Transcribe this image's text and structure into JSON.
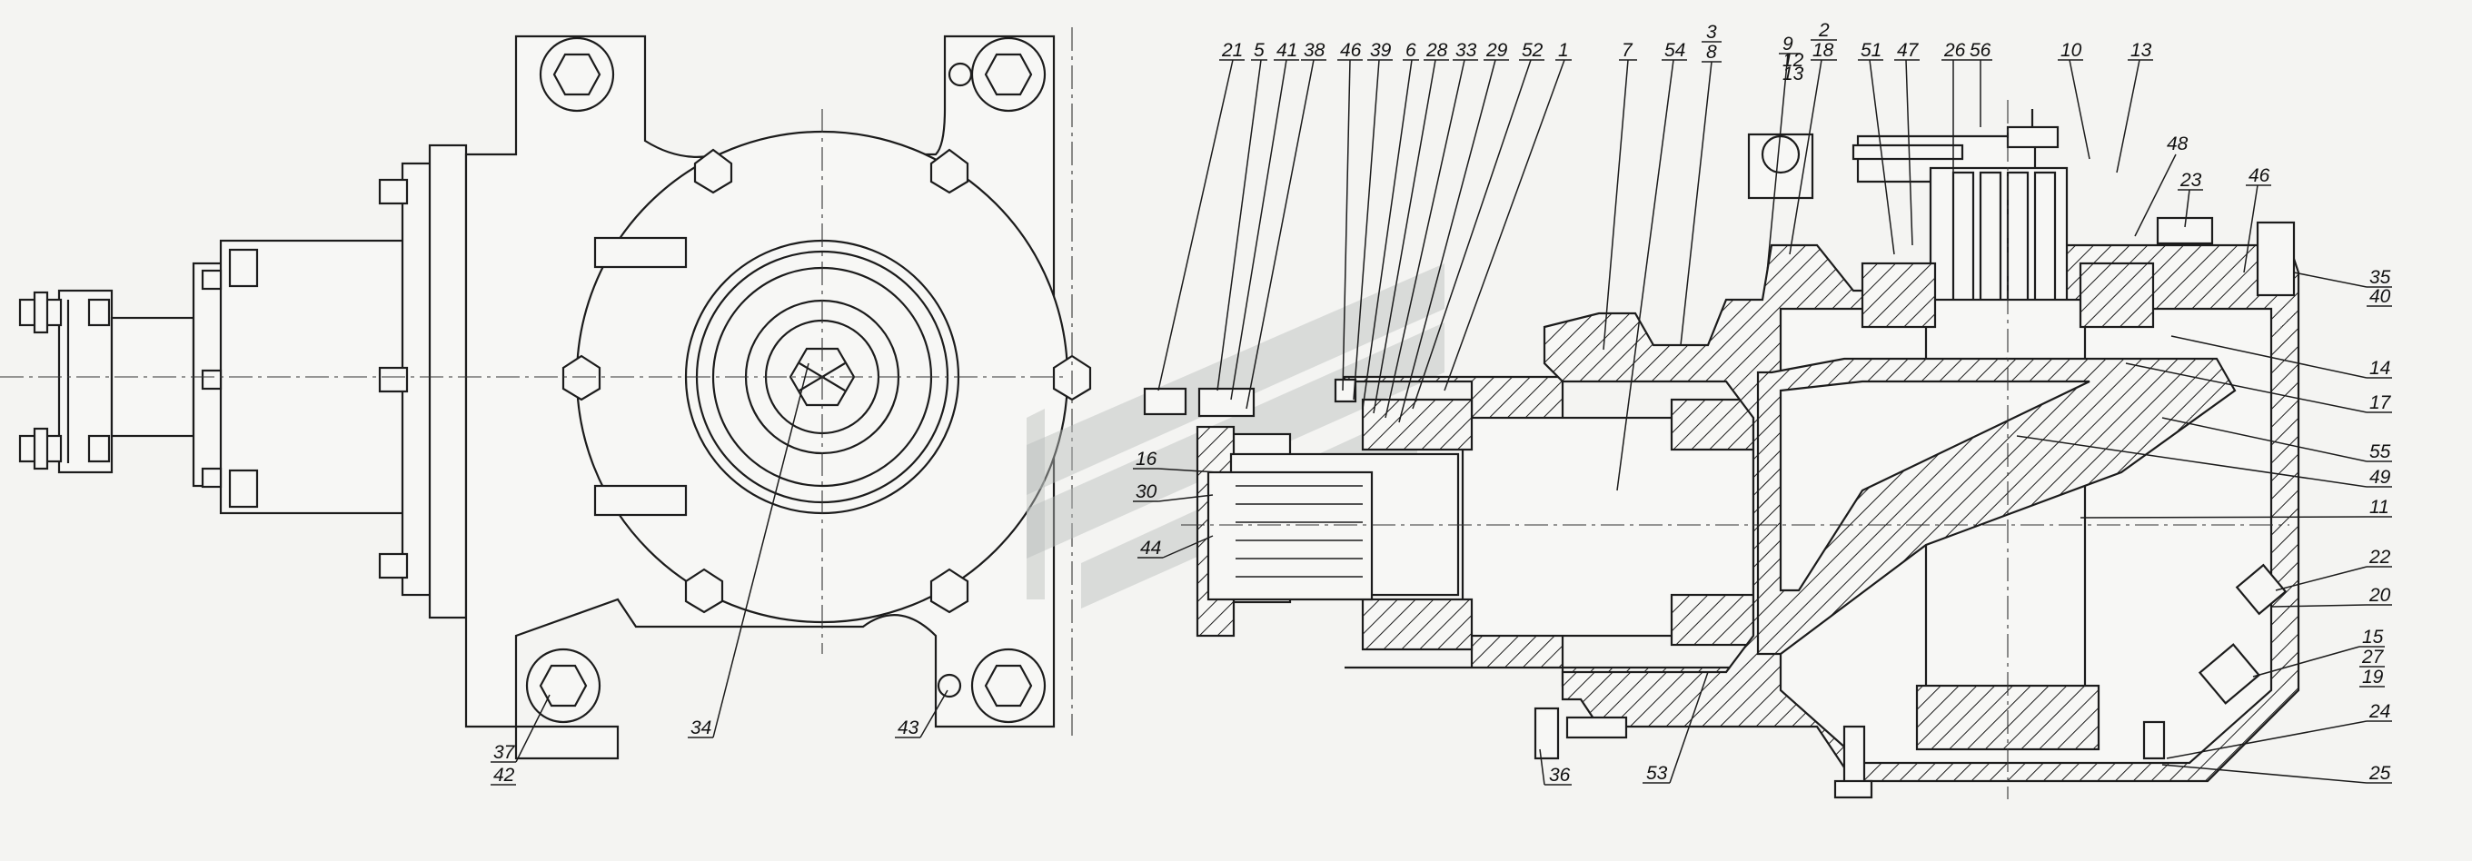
{
  "callouts_top": [
    "21",
    "5",
    "41",
    "38",
    "46",
    "39",
    "6",
    "28",
    "33",
    "29",
    "52",
    "1",
    "7",
    "54",
    "3",
    "8",
    "9",
    "12",
    "13",
    "2",
    "18",
    "51",
    "47",
    "26",
    "56",
    "10",
    "13"
  ],
  "callouts_right": [
    "48",
    "23",
    "46",
    "35",
    "40",
    "14",
    "17",
    "55",
    "49",
    "11",
    "22",
    "20",
    "15",
    "27",
    "19",
    "24",
    "25"
  ],
  "callouts_left": [
    "16",
    "30",
    "44"
  ],
  "callouts_bottom": [
    "36",
    "53",
    "37",
    "42",
    "34",
    "43"
  ],
  "watermark": "logo-watermark"
}
